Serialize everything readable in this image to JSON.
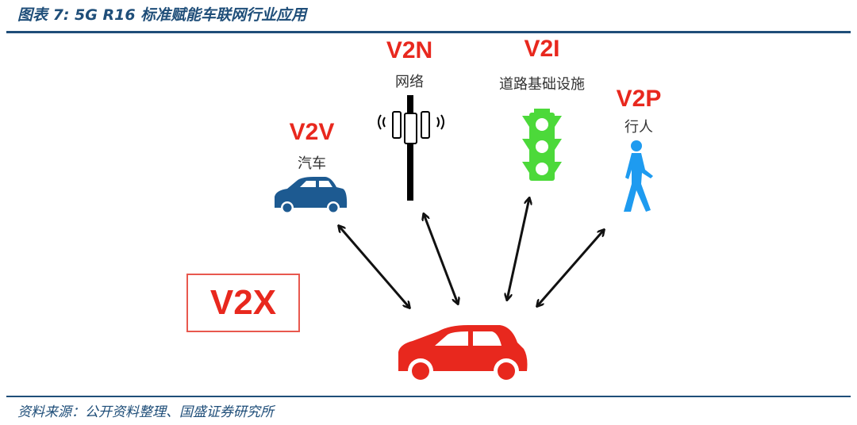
{
  "title": "图表 7: 5G R16 标准赋能车联网行业应用",
  "source": "资料来源：公开资料整理、国盛证券研究所",
  "center_label": "V2X",
  "nodes": [
    {
      "code": "V2V",
      "name": "汽车",
      "icon": "car-icon",
      "color": "#1d5a91"
    },
    {
      "code": "V2N",
      "name": "网络",
      "icon": "cell-tower-icon",
      "color": "#000000"
    },
    {
      "code": "V2I",
      "name": "道路基础设施",
      "icon": "traffic-light-icon",
      "color": "#4cd93a"
    },
    {
      "code": "V2P",
      "name": "行人",
      "icon": "pedestrian-icon",
      "color": "#1e9bf0"
    }
  ],
  "vehicle_color": "#e8281e"
}
